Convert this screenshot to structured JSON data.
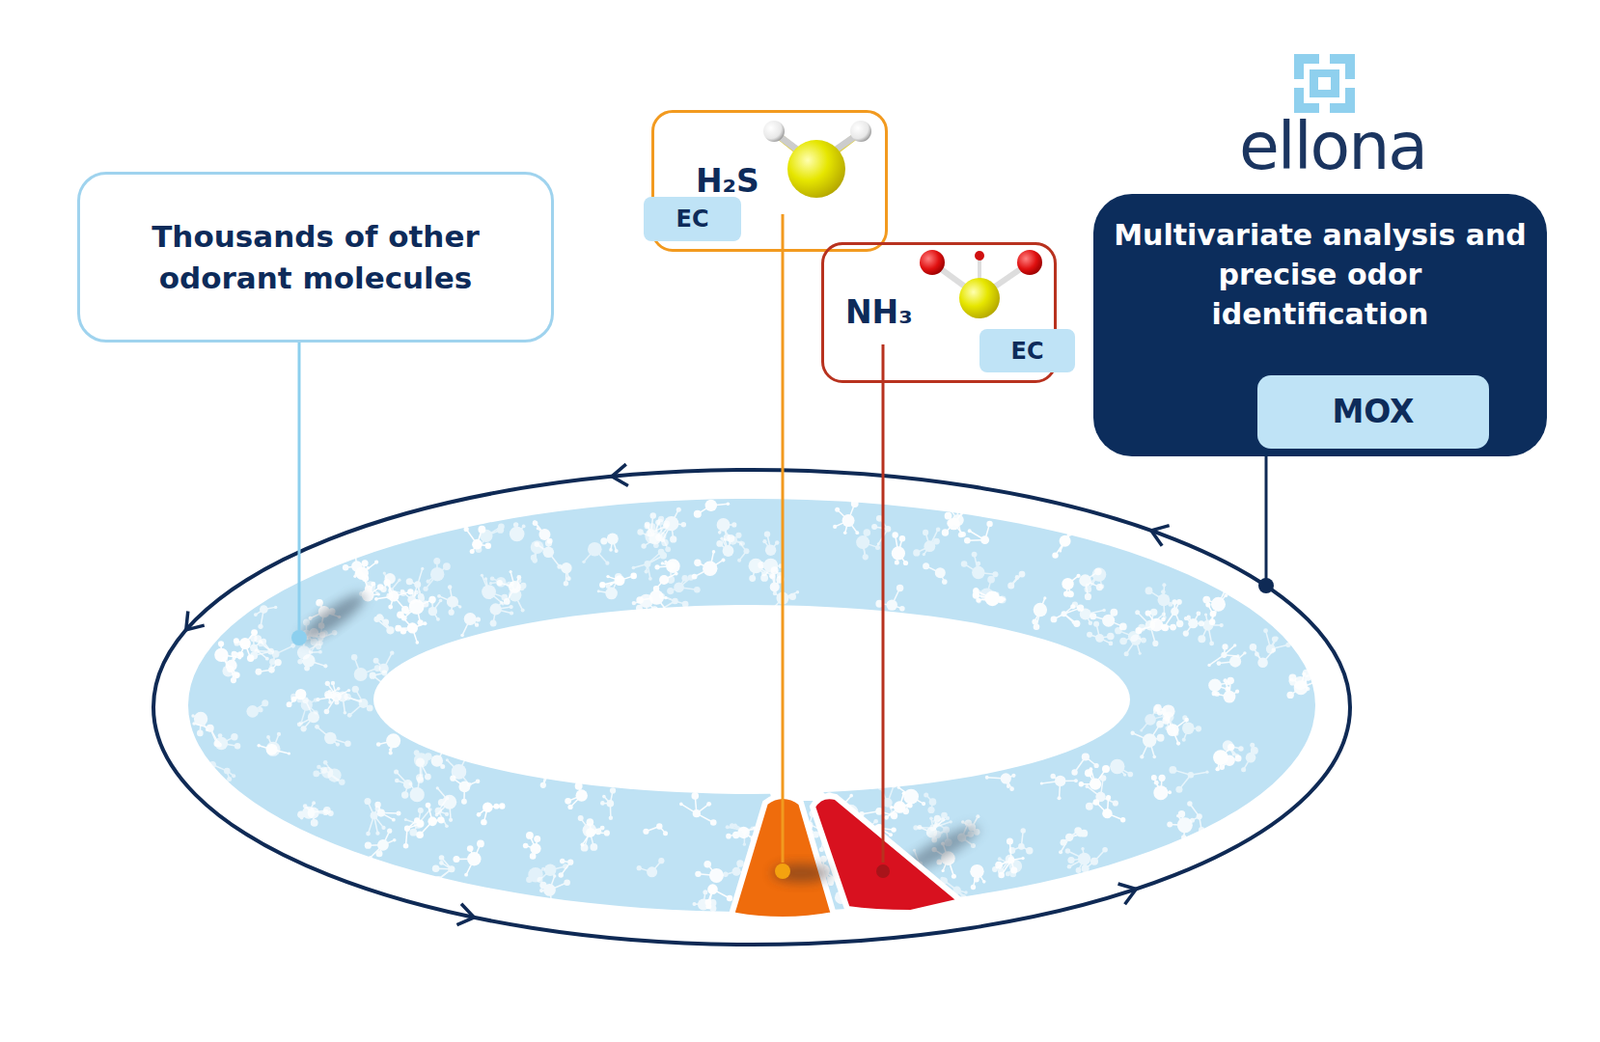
{
  "diagram": {
    "nodes": [
      {
        "text": [
          "Thousands of other odorant molecules"
        ]
      },
      {
        "text": [
          "H₂S"
        ]
      },
      {
        "text": [
          "EC"
        ],
        "in": 1
      },
      {
        "text": [
          "NH₃"
        ]
      },
      {
        "text": [
          "EC"
        ],
        "in": 3
      },
      {
        "text": [
          "Multivariate analysis and precise odor identification"
        ]
      },
      {
        "text": [
          "MOX"
        ],
        "in": 5
      }
    ],
    "labels": [
      "ellona"
    ]
  }
}
